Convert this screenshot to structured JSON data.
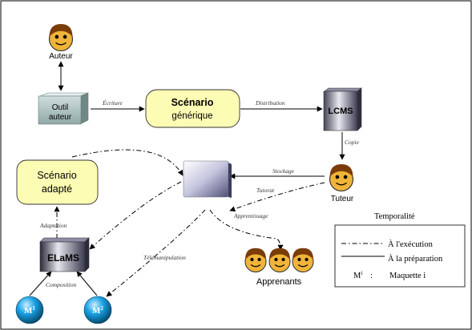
{
  "actors": {
    "author": "Auteur",
    "tutor": "Tuteur",
    "learners": "Apprenants"
  },
  "nodes": {
    "authoring_tool": {
      "line1": "Outil",
      "line2": "auteur"
    },
    "generic_scenario": {
      "line1": "Scénario",
      "line2": "générique"
    },
    "lcms": "LCMS",
    "adapted_scenario": {
      "line1": "Scénario",
      "line2": "adapté"
    },
    "elams": "ELaMS",
    "mockup1": {
      "base": "M",
      "sup": "1"
    },
    "mockup2": {
      "base": "M",
      "sup": "2"
    }
  },
  "edges": {
    "writing": "Écriture",
    "distribution": "Distribution",
    "copy": "Copie",
    "storage": "Stockage",
    "tutoring": "Tutorat",
    "learning": "Apprentissage",
    "adaptation": "Adaptation",
    "telemanipulation": "Télémanipulation",
    "composition": "Composition"
  },
  "legend": {
    "title": "Temporalité",
    "execution": "À l'exécution",
    "preparation": "À la préparation",
    "mockup_key": {
      "base": "M",
      "sup": "i",
      "sep": ":",
      "desc": "Maquette i"
    }
  },
  "colors": {
    "scenario_fill": "#fdfcb4",
    "face": "#f0b43a",
    "hair": "#7a3c08",
    "sphere": "#1aa3e6",
    "line": "#000000"
  }
}
